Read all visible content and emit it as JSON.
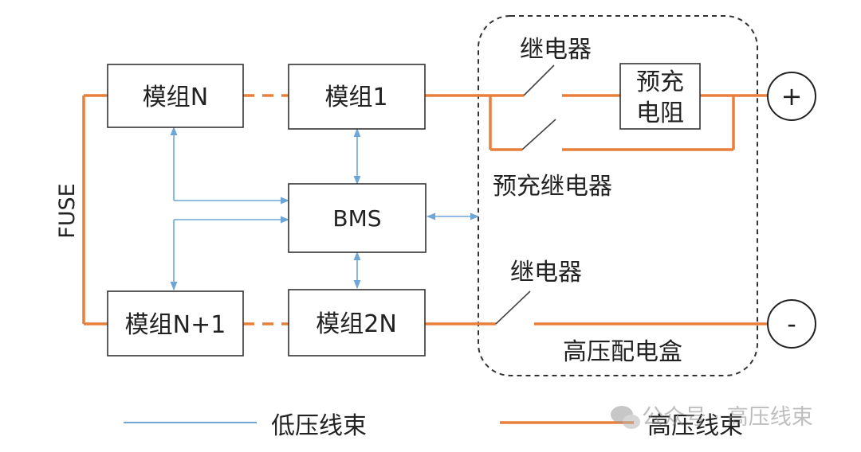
{
  "modules": {
    "module_n": "模组N",
    "module_1": "模组1",
    "module_n_plus_1": "模组N+1",
    "module_2n": "模组2N",
    "bms": "BMS"
  },
  "side_label": "FUSE",
  "relays": {
    "main_positive": "继电器",
    "precharge": "预充继电器",
    "main_negative": "继电器"
  },
  "precharge_resistor": {
    "line1": "预充",
    "line2": "电阻"
  },
  "terminals": {
    "positive": "+",
    "negative": "-"
  },
  "hv_box_label": "高压配电盒",
  "legend": {
    "low_voltage": "低压线束",
    "high_voltage": "高压线束"
  },
  "watermark": {
    "text": "公众号 · 高压线束"
  },
  "colors": {
    "high_voltage": "#e87f3a",
    "low_voltage": "#6ea6d8",
    "box_border": "#333333"
  }
}
